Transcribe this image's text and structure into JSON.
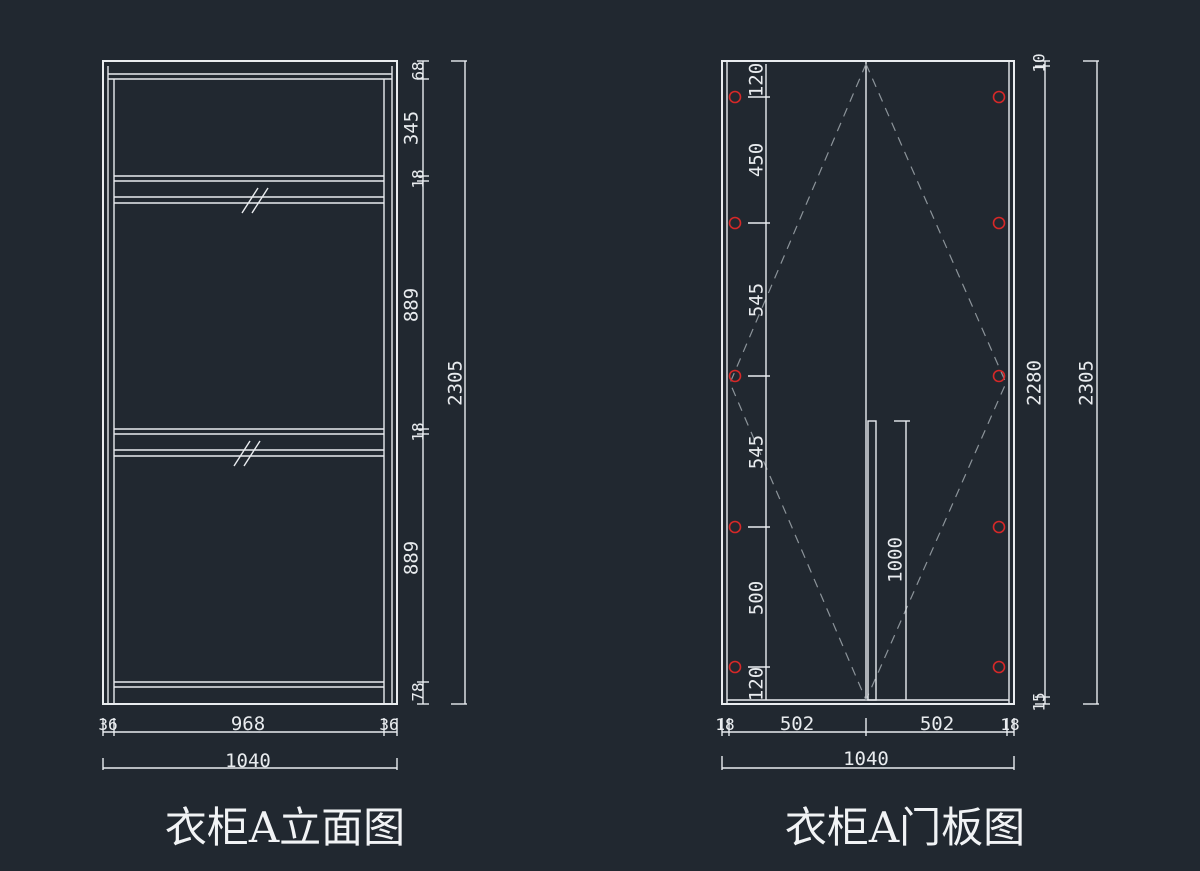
{
  "colors": {
    "background": "#212830",
    "line": "#e9ecef",
    "hinge": "#d62828",
    "dashed": "#8c949a"
  },
  "elevation": {
    "title": "衣柜A立面图",
    "vertical_dims": [
      "68",
      "345",
      "18",
      "889",
      "18",
      "889",
      "78"
    ],
    "overall_height": "2305",
    "horizontal_dims": {
      "left_side": "36",
      "inner_width": "968",
      "right_side": "36"
    },
    "overall_width": "1040"
  },
  "door": {
    "title": "衣柜A门板图",
    "hinge_dims": [
      "120",
      "450",
      "545",
      "545",
      "500",
      "120"
    ],
    "handle_length": "1000",
    "top_gap": "10",
    "bottom_gap": "15",
    "door_height": "2280",
    "overall_height": "2305",
    "horizontal_dims": {
      "left_side": "18",
      "left_panel": "502",
      "right_panel": "502",
      "right_side": "18"
    },
    "overall_width": "1040"
  }
}
